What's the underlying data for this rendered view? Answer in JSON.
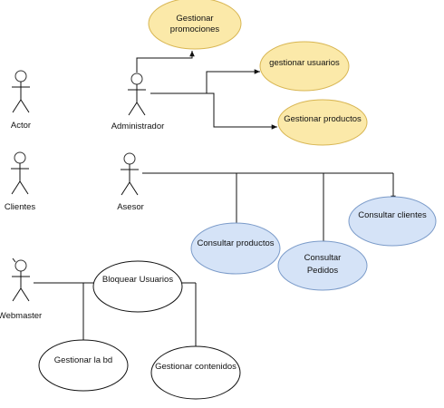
{
  "actors": {
    "actor": "Actor",
    "clientes": "Clientes",
    "webmaster": "Webmaster",
    "administrador": "Administrador",
    "asesor": "Asesor"
  },
  "use_cases": {
    "gestionar_promociones": [
      "Gestionar",
      "promociones"
    ],
    "gestionar_usuarios": "gestionar usuarios",
    "gestionar_productos": "Gestionar productos",
    "consultar_productos": "Consultar productos",
    "consultar_pedidos": [
      "Consultar",
      "Pedidos"
    ],
    "consultar_clientes": "Consultar clientes",
    "bloquear_usuarios": "Bloquear Usuarios",
    "gestionar_bd": "Gestionar la bd",
    "gestionar_contenidos": "Gestionar contenidos"
  },
  "colors": {
    "yellow_fill": "#fbe9a9",
    "yellow_stroke": "#d8b653",
    "blue_fill": "#d5e3f7",
    "blue_stroke": "#7b9bc9",
    "line": "#111111"
  }
}
